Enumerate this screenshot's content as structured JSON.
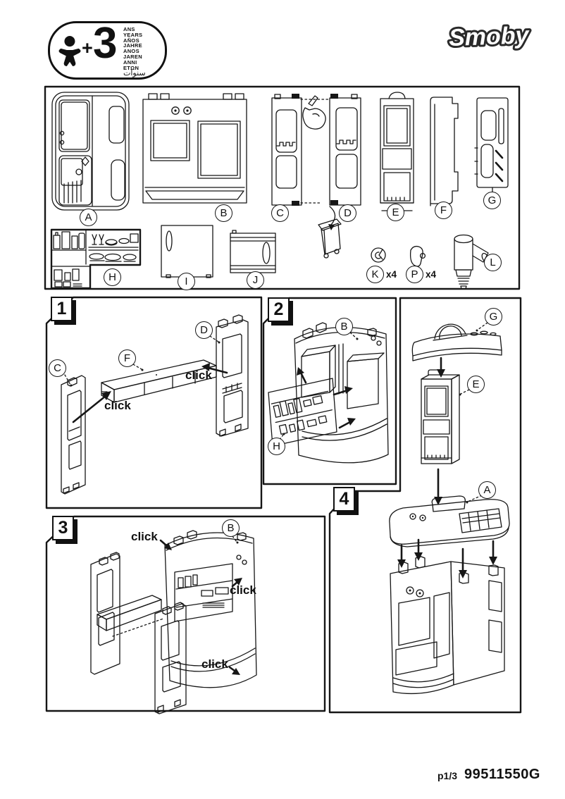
{
  "brand": {
    "logo_text": "Smoby"
  },
  "age_badge": {
    "plus": "+",
    "number": "3",
    "languages": [
      "ANS",
      "YEARS",
      "AÑOS",
      "JAHRE",
      "ANOS",
      "JAREN",
      "ANNI",
      "ETΩN",
      "سنوات"
    ]
  },
  "parts": {
    "A": "A",
    "B": "B",
    "C": "C",
    "D": "D",
    "E": "E",
    "F": "F",
    "G": "G",
    "H": "H",
    "I": "I",
    "J": "J",
    "K": "K",
    "P": "P",
    "L": "L",
    "K_qty": "x4",
    "P_qty": "x4"
  },
  "steps": {
    "one": "1",
    "two": "2",
    "three": "3",
    "four": "4"
  },
  "labels": {
    "click": "click"
  },
  "footer": {
    "page": "p1/3",
    "code": "99511550G"
  }
}
